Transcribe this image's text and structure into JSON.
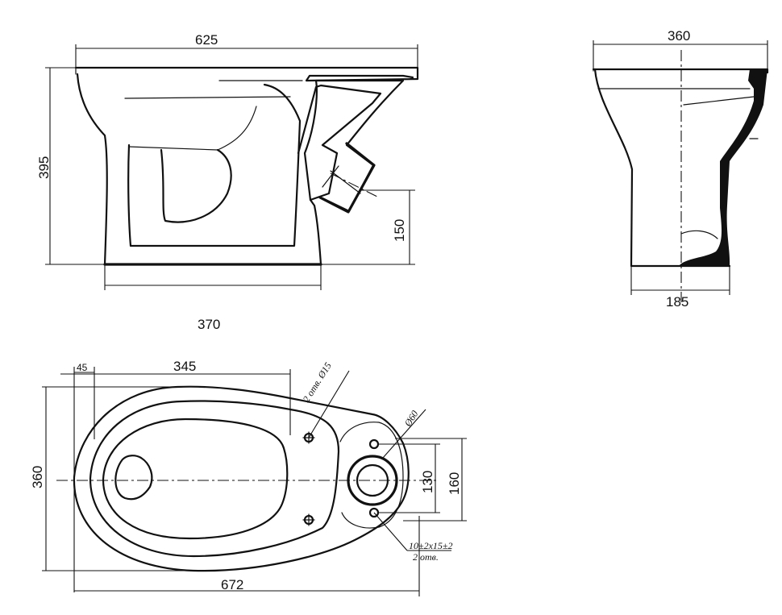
{
  "dimensions": {
    "side_length": "625",
    "side_height": "395",
    "outlet_height": "150",
    "base_length": "370",
    "front_width": "360",
    "front_base_width": "185",
    "plan_offset": "45",
    "plan_bowl_length": "345",
    "plan_width": "360",
    "plan_total_length": "672",
    "hole_spacing": "130",
    "cistern_width": "160"
  },
  "notes": {
    "holes_top": "2 отв. Ø15",
    "outlet_dia": "Ø60",
    "holes_bottom_spec": "10±2x15±2",
    "holes_bottom_count": "2 отв."
  }
}
